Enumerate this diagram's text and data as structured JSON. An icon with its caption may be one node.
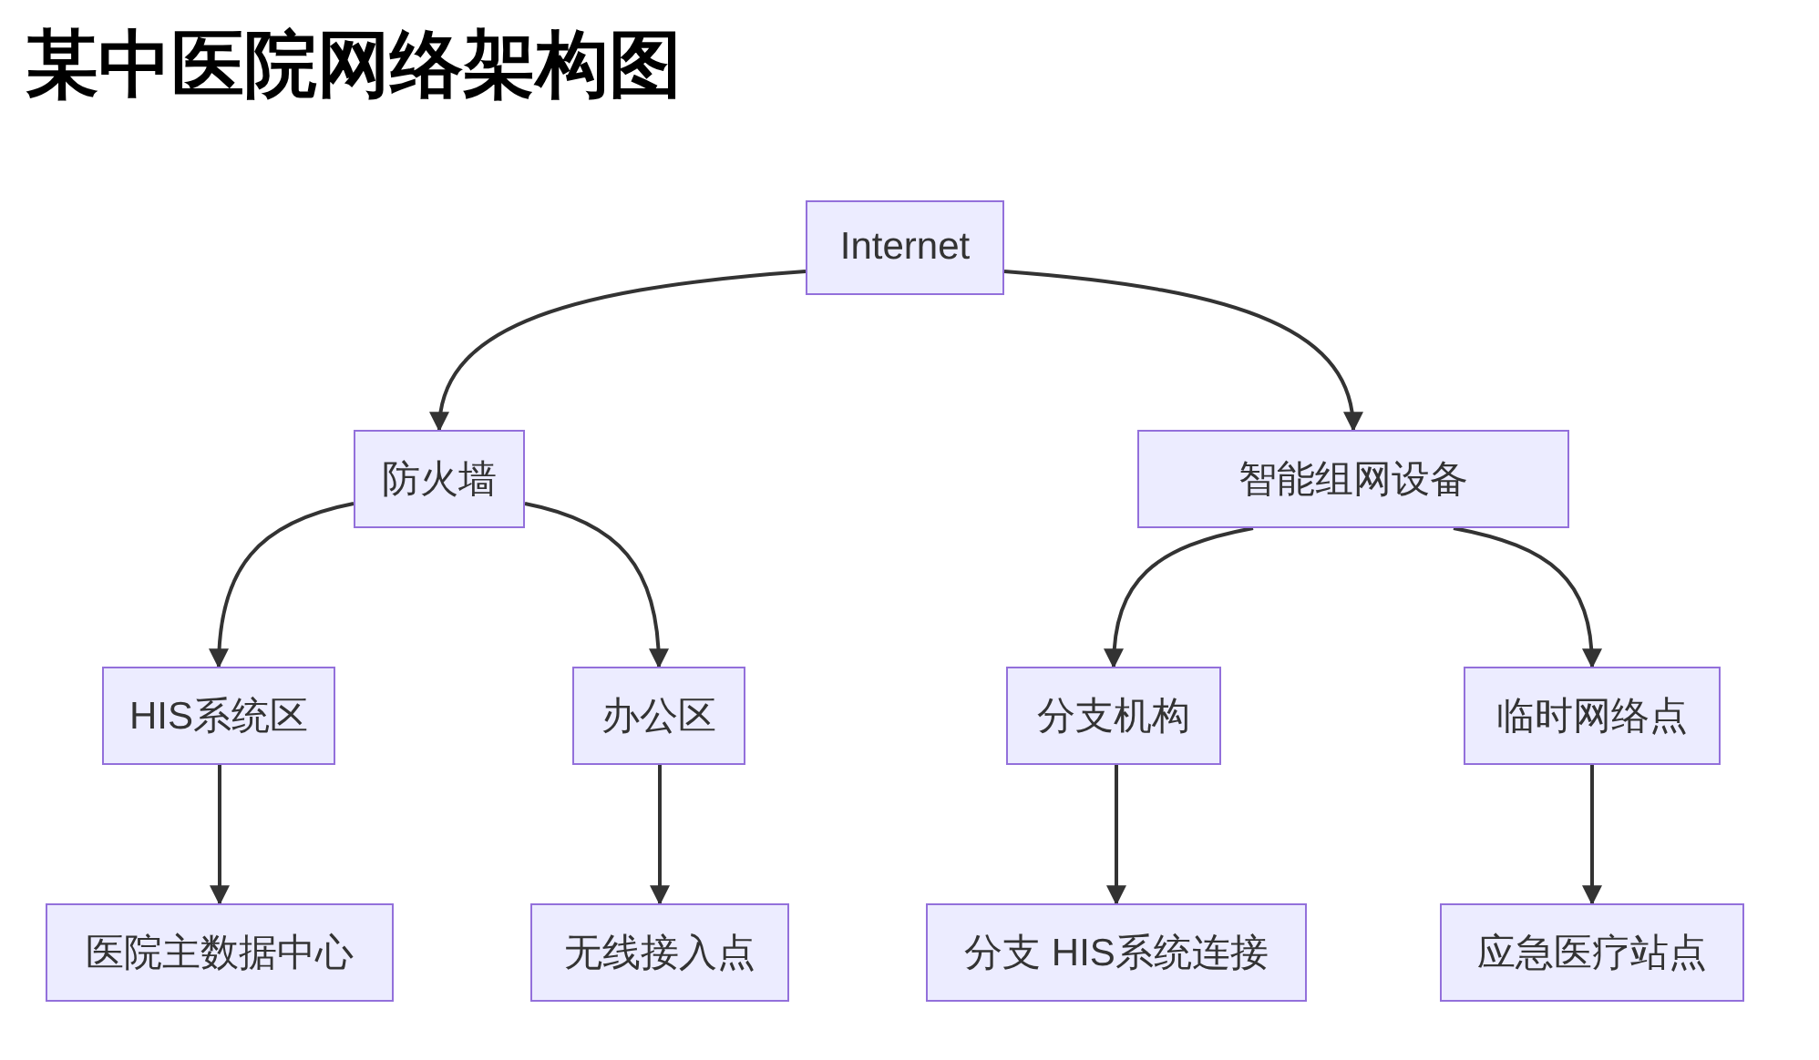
{
  "diagram": {
    "title": "某中医院网络架构图",
    "nodes": [
      {
        "text": [
          "Internet"
        ]
      },
      {
        "text": [
          "防火墙"
        ]
      },
      {
        "text": [
          "智能组网设备"
        ]
      },
      {
        "text": [
          "HIS系统区"
        ]
      },
      {
        "text": [
          "办公区"
        ]
      },
      {
        "text": [
          "分支机构"
        ]
      },
      {
        "text": [
          "临时网络点"
        ]
      },
      {
        "text": [
          "医院主数据中心"
        ]
      },
      {
        "text": [
          "无线接入点"
        ]
      },
      {
        "text": [
          "分支 HIS系统连接"
        ]
      },
      {
        "text": [
          "应急医疗站点"
        ]
      }
    ],
    "edges": [
      {
        "from": 0,
        "to": 1,
        "arrow": "to"
      },
      {
        "from": 0,
        "to": 2,
        "arrow": "to"
      },
      {
        "from": 1,
        "to": 3,
        "arrow": "to"
      },
      {
        "from": 1,
        "to": 4,
        "arrow": "to"
      },
      {
        "from": 2,
        "to": 5,
        "arrow": "to"
      },
      {
        "from": 2,
        "to": 6,
        "arrow": "to"
      },
      {
        "from": 3,
        "to": 7,
        "arrow": "to"
      },
      {
        "from": 4,
        "to": 8,
        "arrow": "to"
      },
      {
        "from": 5,
        "to": 9,
        "arrow": "to"
      },
      {
        "from": 6,
        "to": 10,
        "arrow": "to"
      }
    ]
  }
}
